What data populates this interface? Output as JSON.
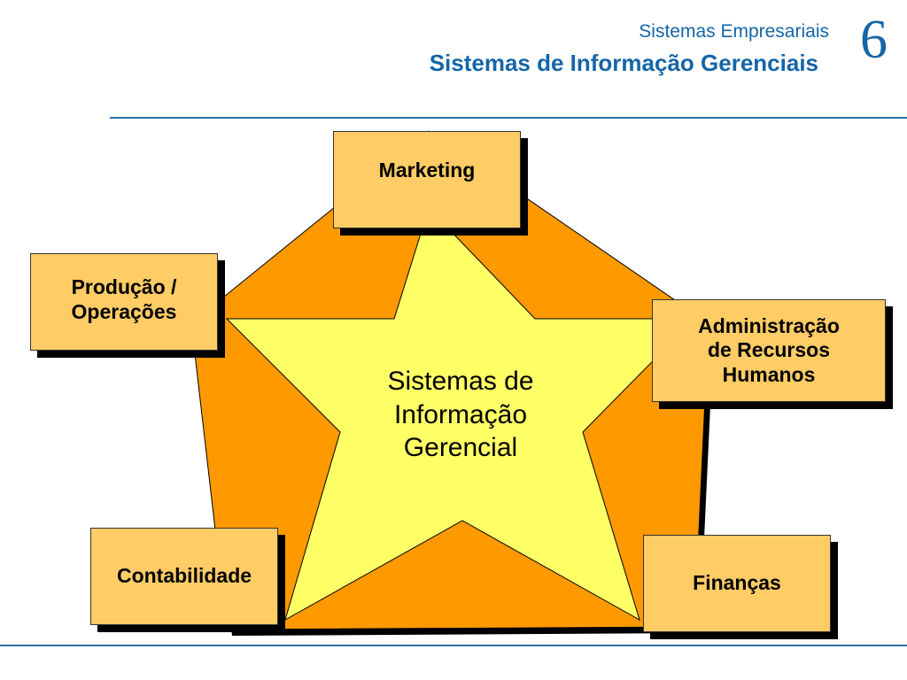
{
  "header": {
    "subtitle": "Sistemas Empresariais",
    "title": "Sistemas de Informação Gerenciais",
    "chapter_number": "6"
  },
  "diagram": {
    "center_label": "Sistemas de\nInformação\nGerencial",
    "boxes": {
      "marketing": "Marketing",
      "producao": "Produção /\nOperações",
      "rh": "Administração\nde Recursos\nHumanos",
      "contabilidade": "Contabilidade",
      "financas": "Finanças"
    }
  },
  "colors": {
    "pentagon": "#ff9900",
    "star": "#ffff66",
    "box": "#ffcc66",
    "accent": "#1565a8"
  }
}
